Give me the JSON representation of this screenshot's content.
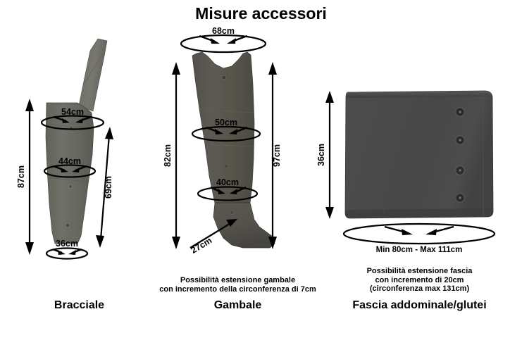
{
  "title": "Misure accessori",
  "colors": {
    "background": "#ffffff",
    "text": "#000000",
    "arm_fabric": "#6b6b63",
    "arm_fabric_dark": "#5c5c55",
    "leg_fabric": "#58554f",
    "leg_fabric_dark": "#4d4a45",
    "belt_fabric": "#4a4a4a",
    "belt_fabric_dark": "#3d3d3d",
    "snap_button": "#2b2b2b",
    "outline": "#000000"
  },
  "figures": [
    {
      "id": "arm",
      "label": "Bracciale",
      "measurements": {
        "top_circumference": "54cm",
        "mid_circumference": "44cm",
        "bottom_circumference": "36cm",
        "full_length": "87cm",
        "side_length": "69cm"
      },
      "caption": []
    },
    {
      "id": "leg",
      "label": "Gambale",
      "measurements": {
        "top_circumference": "68cm",
        "mid_circumference": "50cm",
        "ankle_circumference": "40cm",
        "left_length": "82cm",
        "right_length": "97cm",
        "foot_length": "27cm"
      },
      "caption": [
        "Possibilità estensione gambale",
        "con incremento della circonferenza di 7cm"
      ]
    },
    {
      "id": "belt",
      "label": "Fascia addominale/glutei",
      "measurements": {
        "height": "36cm",
        "width_range": "Min 80cm - Max 111cm"
      },
      "caption": [
        "Possibilità estensione fascia",
        "con incremento di 20cm",
        "(circonferenza max 131cm)"
      ]
    }
  ]
}
